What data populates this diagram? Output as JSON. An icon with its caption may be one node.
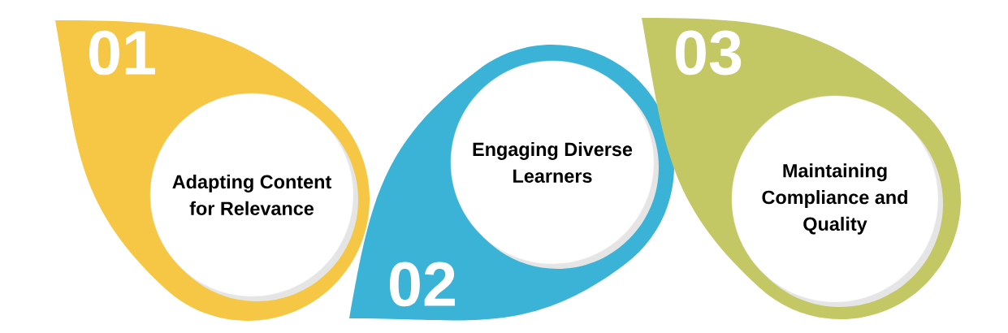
{
  "diagram": {
    "nodes": [
      {
        "text": [
          "01"
        ]
      },
      {
        "text": [
          "Adapting Content for Relevance"
        ],
        "in": 0
      },
      {
        "text": [
          "02"
        ]
      },
      {
        "text": [
          "Engaging Diverse Learners"
        ],
        "in": 2
      },
      {
        "text": [
          "03"
        ]
      },
      {
        "text": [
          "Maintaining Compliance and Quality"
        ],
        "in": 4
      }
    ]
  }
}
